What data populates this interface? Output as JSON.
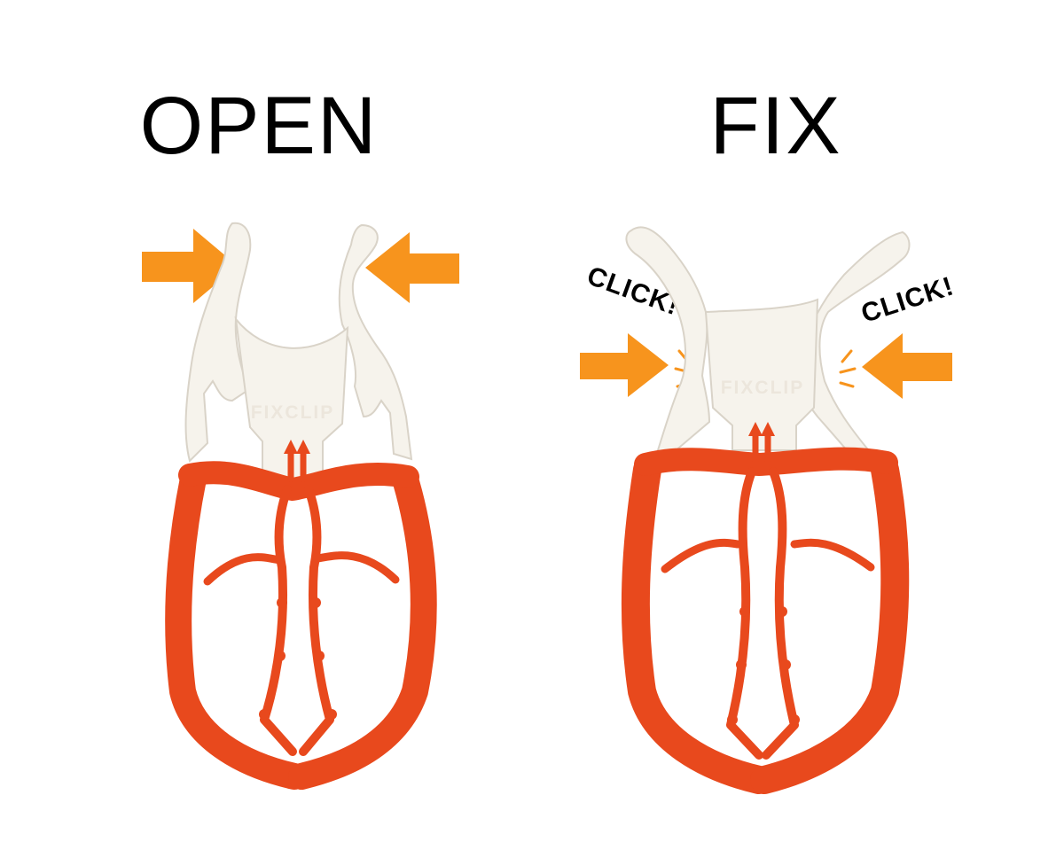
{
  "panels": {
    "open": {
      "heading": "OPEN",
      "brand": "FIXCLIP"
    },
    "fix": {
      "heading": "FIX",
      "brand": "FIXCLIP",
      "click_left": "CLICK!",
      "click_right": "CLICK!"
    }
  },
  "colors": {
    "clip_body": "#e8491d",
    "clip_jaw": "#f6f3ec",
    "arrow": "#f7941d",
    "text": "#000000"
  },
  "icons": {
    "press_arrow": "arrow-right-icon / arrow-left-icon",
    "impact_lines": "burst-lines-icon"
  }
}
